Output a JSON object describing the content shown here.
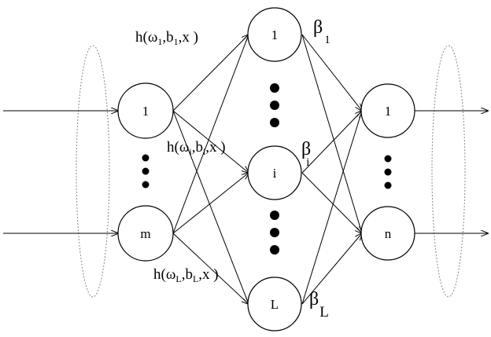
{
  "input_layer": {
    "top_node": "1",
    "bottom_node": "m"
  },
  "hidden_layer": {
    "top_node": "1",
    "middle_node": "i",
    "bottom_node": "L",
    "labels": {
      "first": {
        "h": "h(ω",
        "sub_w": "1",
        "mid": ",b",
        "sub_b": "1",
        "tail": ",x )"
      },
      "middle": {
        "h": "h(ω",
        "sub_w": "i",
        "mid": ",b",
        "sub_b": "i",
        "tail": ",x )"
      },
      "last": {
        "h": "h(ω",
        "sub_w": "L",
        "mid": ",b",
        "sub_b": "L",
        "tail": ",x )"
      }
    }
  },
  "output_layer": {
    "top_node": "1",
    "bottom_node": "n"
  },
  "weights": {
    "beta_symbol": "β",
    "first_sub": "1",
    "middle_sub": "i",
    "last_sub": "L"
  },
  "colors": {
    "line": "#000000",
    "ellipse": "#888888"
  }
}
